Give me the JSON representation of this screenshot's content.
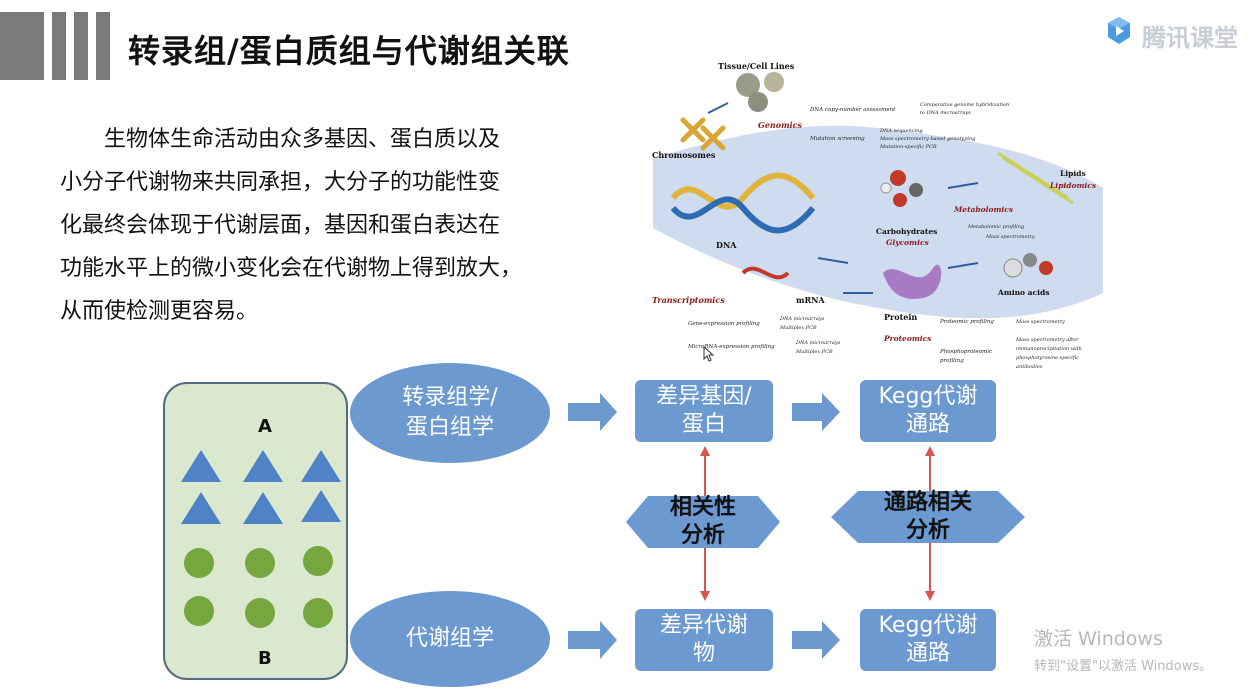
{
  "header": {
    "title": "转录组/蛋白质组与代谢组关联"
  },
  "brand": {
    "logo_text": "腾讯课堂"
  },
  "paragraph": {
    "lines": [
      "生物体生命活动由众多基因、蛋白质以及",
      "小分子代谢物来共同承担，大分子的功能性变",
      "化最终会体现于代谢层面，基因和蛋白表达在",
      "功能水平上的微小变化会在代谢物上得到放大，",
      "从而使检测更容易。"
    ]
  },
  "omics_figure": {
    "tissue": "Tissue/Cell Lines",
    "chromosomes": "Chromosomes",
    "genomics": "Genomics",
    "dna_copy": "DNA copy-number assessment",
    "cgh1": "Comparative genome hybridization",
    "cgh2": "to DNA microarrays",
    "mutation": "Mutation screening",
    "seq1": "DNA sequencing",
    "seq2": "Mass-spectrometry-based genotyping",
    "seq3": "Mutation-specific PCR",
    "dna": "DNA",
    "lipids": "Lipids",
    "lipidomics": "Lipidomics",
    "metabolomics": "Metabolomics",
    "metab_prof": "Metabolomic profiling",
    "mass_spec": "Mass spectrometry",
    "carbohydrates": "Carbohydrates",
    "glycomics": "Glycomics",
    "amino": "Amino acids",
    "transcriptomics": "Transcriptomics",
    "mrna": "mRNA",
    "protein": "Protein",
    "gene_expr": "Gene-expression profiling",
    "dna_micro": "DNA microarrays",
    "multiplex": "Multiplex PCR",
    "microrna": "MicroRNA-expression profiling",
    "dna_micro2": "DNA microarrays",
    "multiplex2": "Multiplex PCR",
    "proteomic_prof": "Proteomic profiling",
    "mass_spec2": "Mass spectrometry",
    "proteomics": "Proteomics",
    "phospho1": "Phosphoproteomic",
    "phospho2": "profiling",
    "ms_after1": "Mass spectrometry after",
    "ms_after2": "immunoprecipitation with",
    "ms_after3": "phosphotyrosine-specific",
    "ms_after4": "antibodies"
  },
  "diagram": {
    "panel": {
      "label_a": "A",
      "label_b": "B"
    },
    "top_ellipse": [
      "转录组学/",
      "蛋白组学"
    ],
    "bottom_ellipse": "代谢组学",
    "diff_genes": [
      "差异基因/",
      "蛋白"
    ],
    "diff_metab": [
      "差异代谢",
      "物"
    ],
    "kegg_top": [
      "Kegg代谢",
      "通路"
    ],
    "kegg_bottom": [
      "Kegg代谢",
      "通路"
    ],
    "corr": [
      "相关性",
      "分析"
    ],
    "pathway_corr": [
      "通路相关",
      "分析"
    ]
  },
  "watermark": {
    "line1": "激活 Windows",
    "line2": "转到\"设置\"以激活 Windows。"
  },
  "colors": {
    "node_blue": "#6c9ad0",
    "triangle_blue": "#4f83c6",
    "circle_green": "#76a73e",
    "panel_green": "#d9e8cf",
    "arrow_red": "#d9534f"
  }
}
